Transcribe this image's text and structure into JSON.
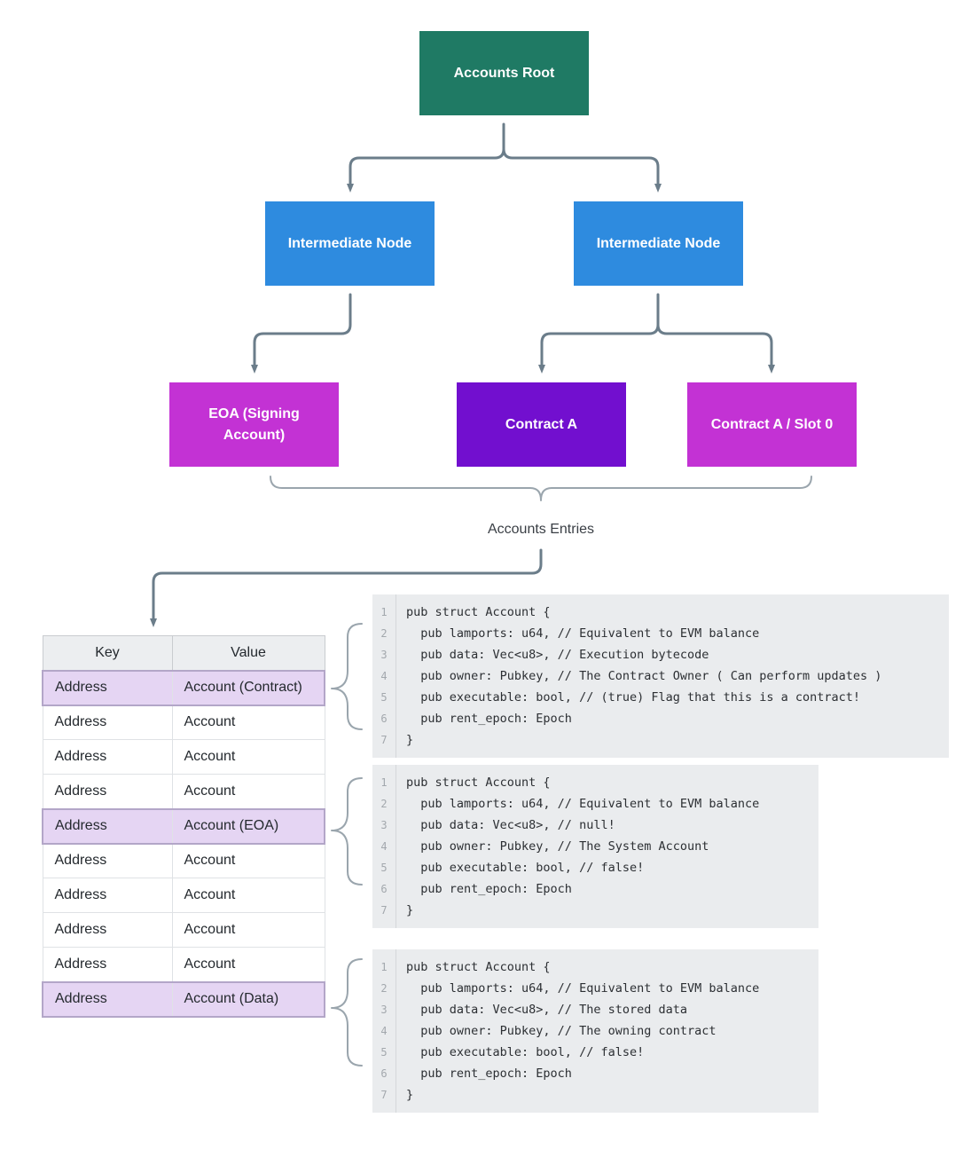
{
  "colors": {
    "root": "#1f7a64",
    "intermediate": "#2e8bdf",
    "eoa": "#c332d4",
    "contract": "#720fcf",
    "contract_slot": "#c332d4",
    "connector": "#6b7d8a",
    "highlight_row": "#e5d5f3"
  },
  "tree": {
    "root": "Accounts Root",
    "intermediate_left": "Intermediate Node",
    "intermediate_right": "Intermediate Node",
    "leaf_eoa": "EOA (Signing Account)",
    "leaf_contract": "Contract A",
    "leaf_contract_slot": "Contract A / Slot 0"
  },
  "entries_label": "Accounts Entries",
  "table": {
    "headers": [
      "Key",
      "Value"
    ],
    "rows": [
      {
        "key": "Address",
        "value": "Account (Contract)",
        "highlight": true
      },
      {
        "key": "Address",
        "value": "Account",
        "highlight": false
      },
      {
        "key": "Address",
        "value": "Account",
        "highlight": false
      },
      {
        "key": "Address",
        "value": "Account",
        "highlight": false
      },
      {
        "key": "Address",
        "value": "Account (EOA)",
        "highlight": true
      },
      {
        "key": "Address",
        "value": "Account",
        "highlight": false
      },
      {
        "key": "Address",
        "value": "Account",
        "highlight": false
      },
      {
        "key": "Address",
        "value": "Account",
        "highlight": false
      },
      {
        "key": "Address",
        "value": "Account",
        "highlight": false
      },
      {
        "key": "Address",
        "value": "Account (Data)",
        "highlight": true
      }
    ]
  },
  "code_blocks": [
    {
      "lines": [
        "pub struct Account {",
        "  pub lamports: u64, // Equivalent to EVM balance",
        "  pub data: Vec<u8>, // Execution bytecode",
        "  pub owner: Pubkey, // The Contract Owner ( Can perform updates )",
        "  pub executable: bool, // (true) Flag that this is a contract!",
        "  pub rent_epoch: Epoch",
        "}"
      ]
    },
    {
      "lines": [
        "pub struct Account {",
        "  pub lamports: u64, // Equivalent to EVM balance",
        "  pub data: Vec<u8>, // null!",
        "  pub owner: Pubkey, // The System Account",
        "  pub executable: bool, // false!",
        "  pub rent_epoch: Epoch",
        "}"
      ]
    },
    {
      "lines": [
        "pub struct Account {",
        "  pub lamports: u64, // Equivalent to EVM balance",
        "  pub data: Vec<u8>, // The stored data",
        "  pub owner: Pubkey, // The owning contract",
        "  pub executable: bool, // false!",
        "  pub rent_epoch: Epoch",
        "}"
      ]
    }
  ]
}
